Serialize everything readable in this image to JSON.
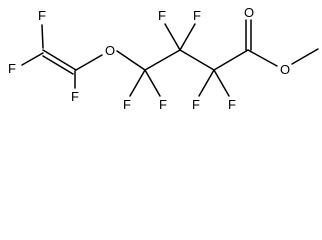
{
  "molecule": {
    "atom_labels": {
      "f_vinyl_top": "F",
      "f_vinyl_left": "F",
      "f_vinyl_bottom": "F",
      "ether_oxygen": "O",
      "f_c3_top_left": "F",
      "f_c3_top_right": "F",
      "f_c4_bottom_left": "F",
      "f_c4_bottom_right": "F",
      "f_c2_bottom_left": "F",
      "f_c2_bottom_right": "F",
      "carbonyl_oxygen": "O",
      "ester_oxygen": "O"
    },
    "colors": {
      "bond": "#000000",
      "label": "#000000",
      "background": "#ffffff"
    }
  }
}
